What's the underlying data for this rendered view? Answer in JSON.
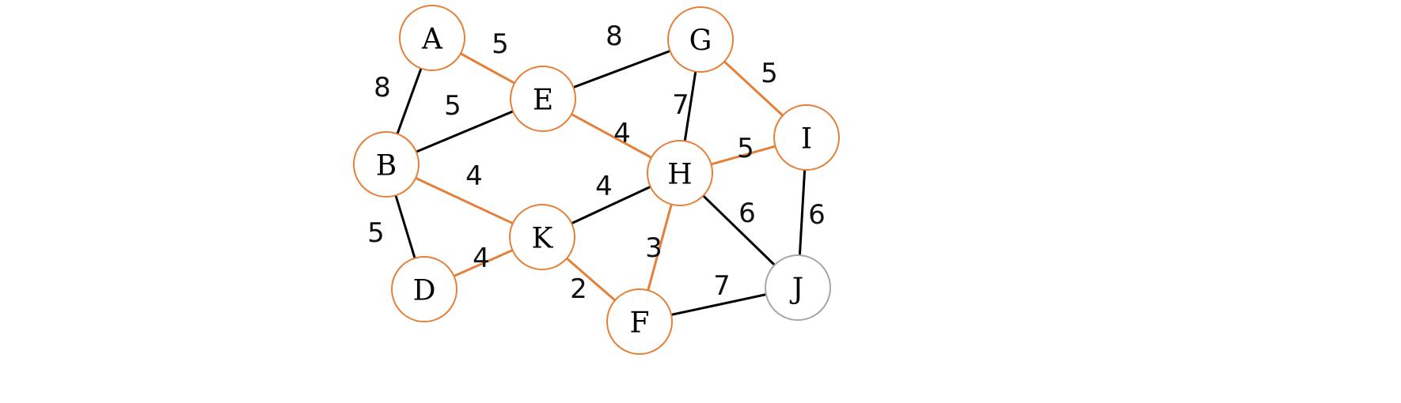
{
  "colors": {
    "highlight": "#e5803a",
    "normal": "#000000",
    "unvisited_node": "#a6a6a6",
    "node_fill": "#ffffff"
  },
  "nodes": [
    {
      "id": "A",
      "label": "A",
      "status": "visited"
    },
    {
      "id": "B",
      "label": "B",
      "status": "visited"
    },
    {
      "id": "D",
      "label": "D",
      "status": "visited"
    },
    {
      "id": "E",
      "label": "E",
      "status": "visited"
    },
    {
      "id": "G",
      "label": "G",
      "status": "visited"
    },
    {
      "id": "H",
      "label": "H",
      "status": "visited"
    },
    {
      "id": "I",
      "label": "I",
      "status": "visited"
    },
    {
      "id": "J",
      "label": "J",
      "status": "unvisited"
    },
    {
      "id": "K",
      "label": "K",
      "status": "visited"
    },
    {
      "id": "F",
      "label": "F",
      "status": "visited"
    }
  ],
  "edges": [
    {
      "from": "A",
      "to": "E",
      "weight": "5",
      "highlighted": true
    },
    {
      "from": "E",
      "to": "G",
      "weight": "8",
      "highlighted": false
    },
    {
      "from": "A",
      "to": "B",
      "weight": "8",
      "highlighted": false
    },
    {
      "from": "B",
      "to": "E",
      "weight": "5",
      "highlighted": false
    },
    {
      "from": "G",
      "to": "I",
      "weight": "5",
      "highlighted": true
    },
    {
      "from": "G",
      "to": "H",
      "weight": "7",
      "highlighted": false
    },
    {
      "from": "E",
      "to": "H",
      "weight": "4",
      "highlighted": true
    },
    {
      "from": "H",
      "to": "I",
      "weight": "5",
      "highlighted": true
    },
    {
      "from": "B",
      "to": "K",
      "weight": "4",
      "highlighted": true
    },
    {
      "from": "K",
      "to": "H",
      "weight": "4",
      "highlighted": false
    },
    {
      "from": "H",
      "to": "J",
      "weight": "6",
      "highlighted": false
    },
    {
      "from": "I",
      "to": "J",
      "weight": "6",
      "highlighted": false
    },
    {
      "from": "B",
      "to": "D",
      "weight": "5",
      "highlighted": false
    },
    {
      "from": "D",
      "to": "K",
      "weight": "4",
      "highlighted": true
    },
    {
      "from": "H",
      "to": "F",
      "weight": "3",
      "highlighted": true
    },
    {
      "from": "K",
      "to": "F",
      "weight": "2",
      "highlighted": true
    },
    {
      "from": "F",
      "to": "J",
      "weight": "7",
      "highlighted": false
    }
  ]
}
